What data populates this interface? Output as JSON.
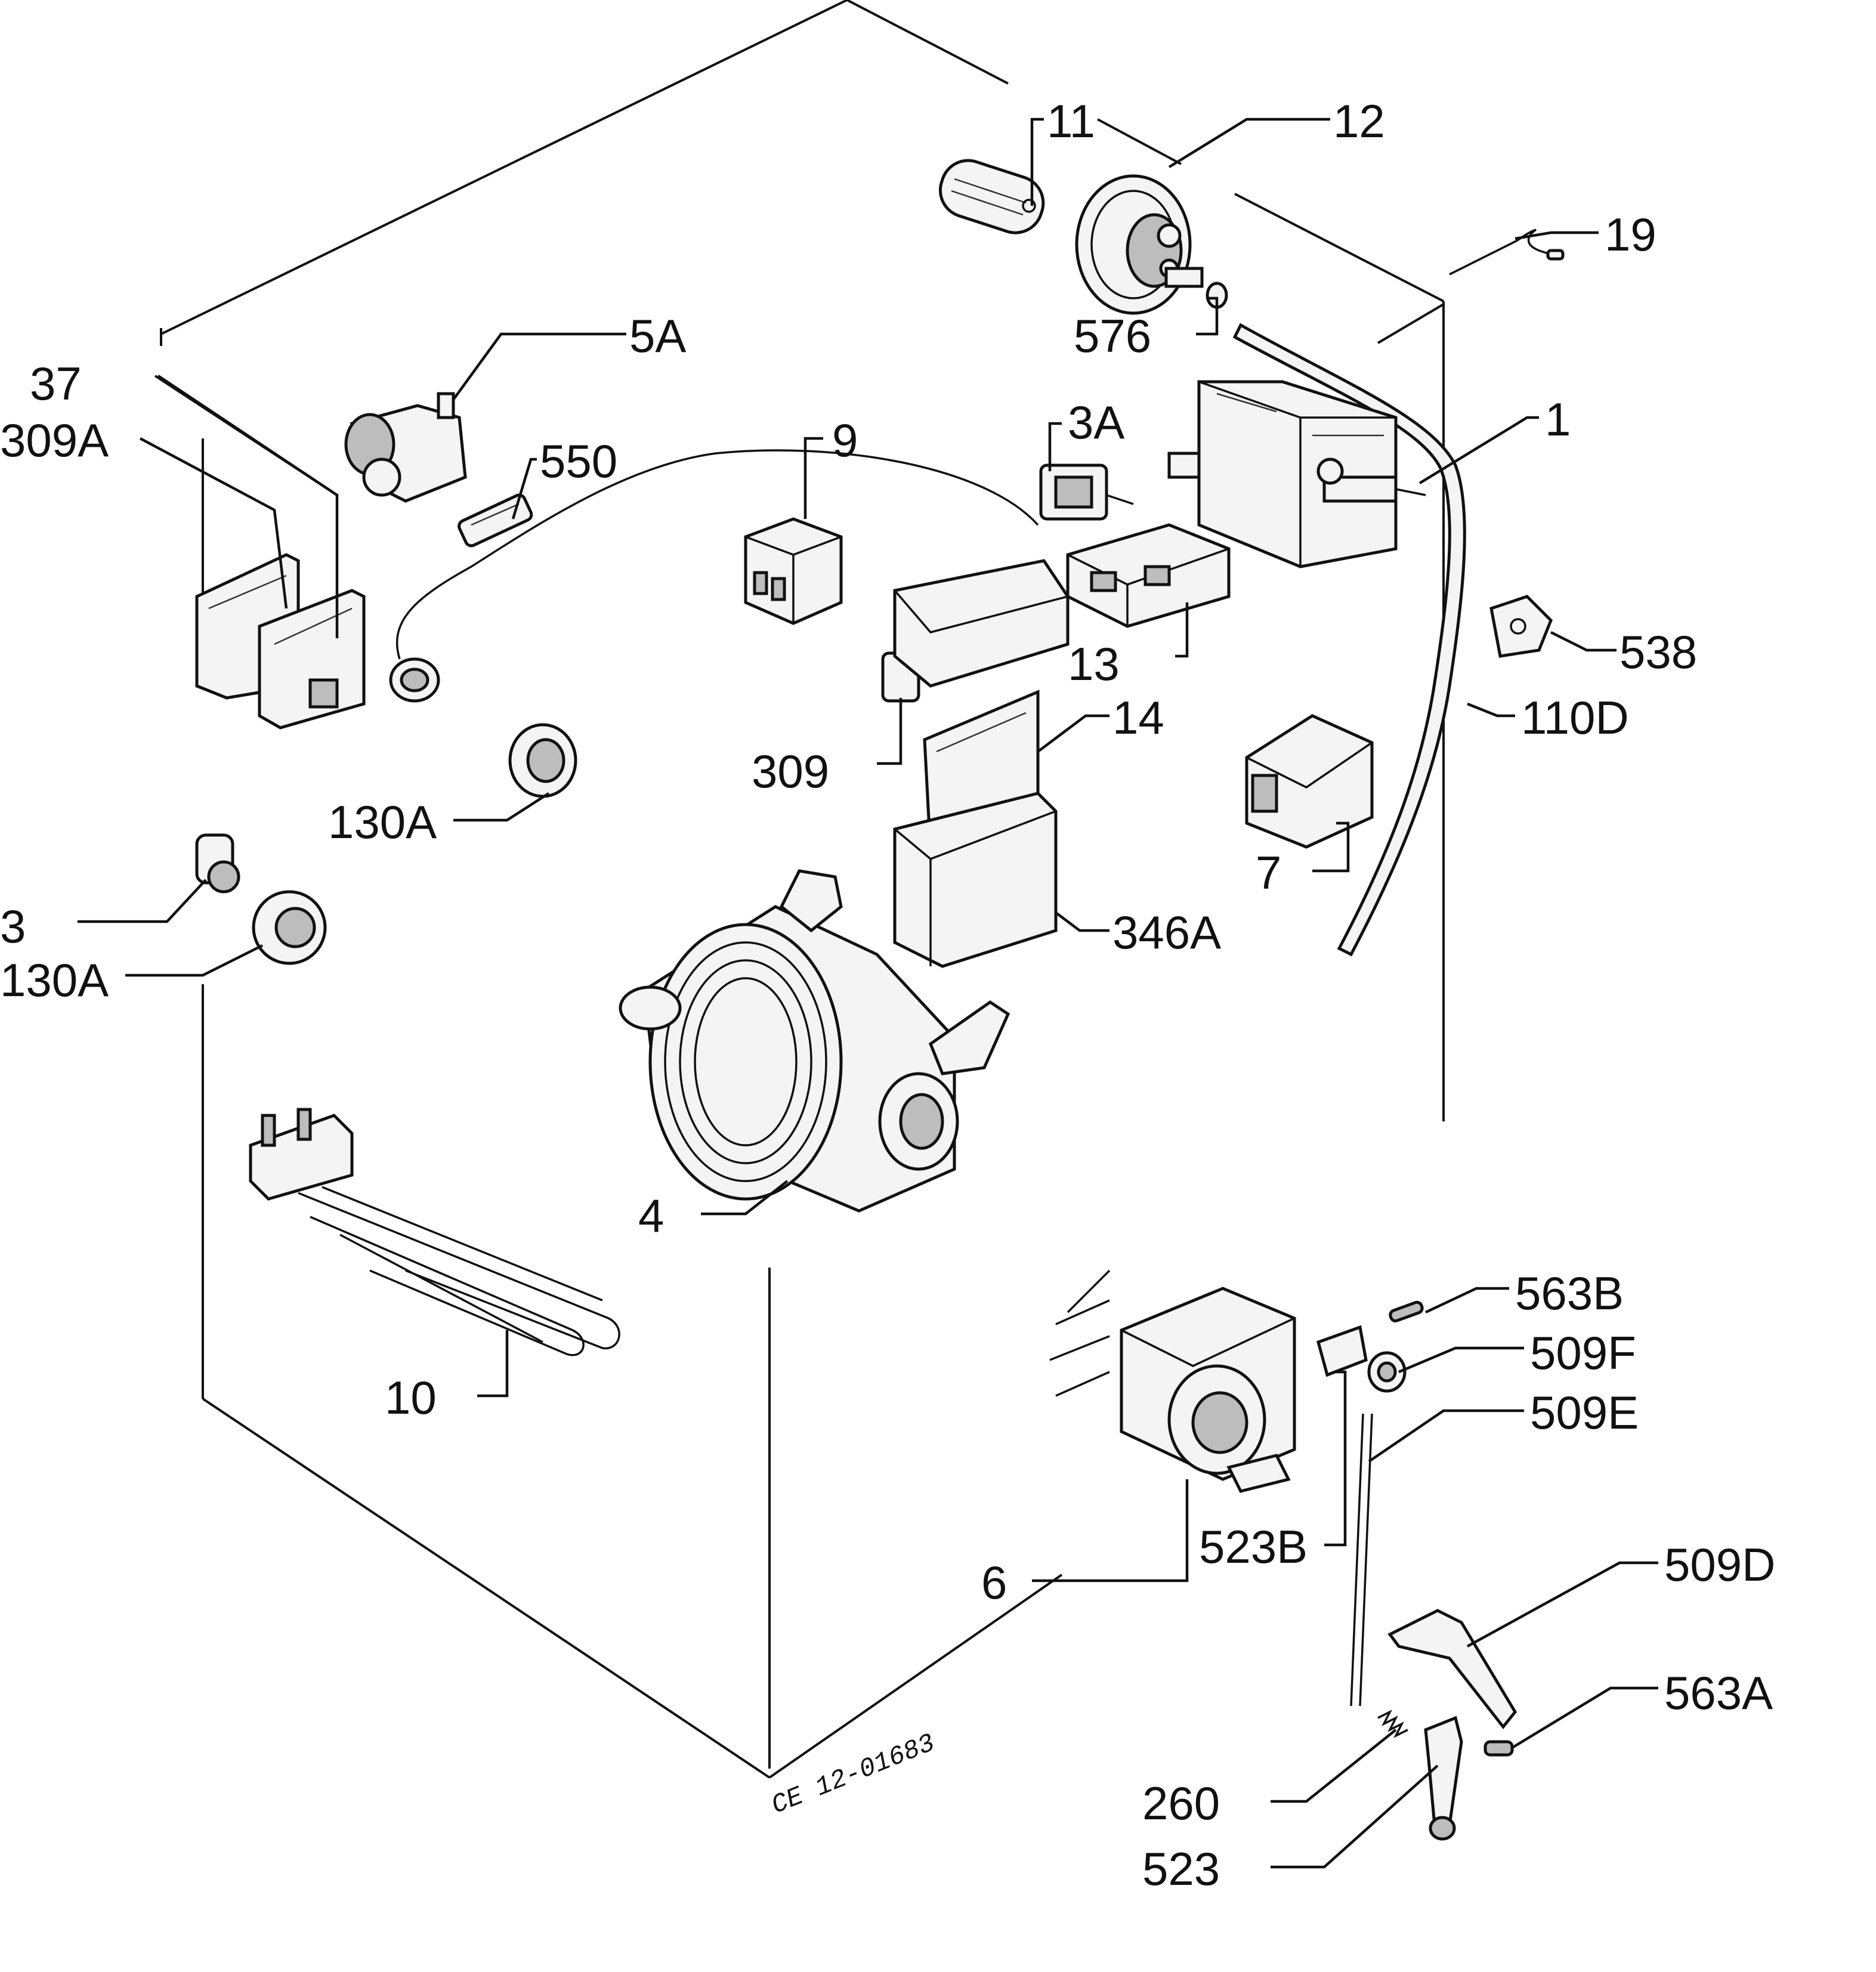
{
  "drawing_code": "CE 12-01683",
  "callouts": {
    "c1": "1",
    "c3": "3",
    "c3a": "3A",
    "c4": "4",
    "c5a": "5A",
    "c6": "6",
    "c7": "7",
    "c9": "9",
    "c10": "10",
    "c11": "11",
    "c12": "12",
    "c13": "13",
    "c14": "14",
    "c19": "19",
    "c37": "37",
    "c110d": "110D",
    "c130a_top": "130A",
    "c130a_bottom": "130A",
    "c260": "260",
    "c309": "309",
    "c309a": "309A",
    "c346a": "346A",
    "c509d": "509D",
    "c509e": "509E",
    "c509f": "509F",
    "c523": "523",
    "c523b": "523B",
    "c538": "538",
    "c550": "550",
    "c563a": "563A",
    "c563b": "563B",
    "c576": "576"
  }
}
